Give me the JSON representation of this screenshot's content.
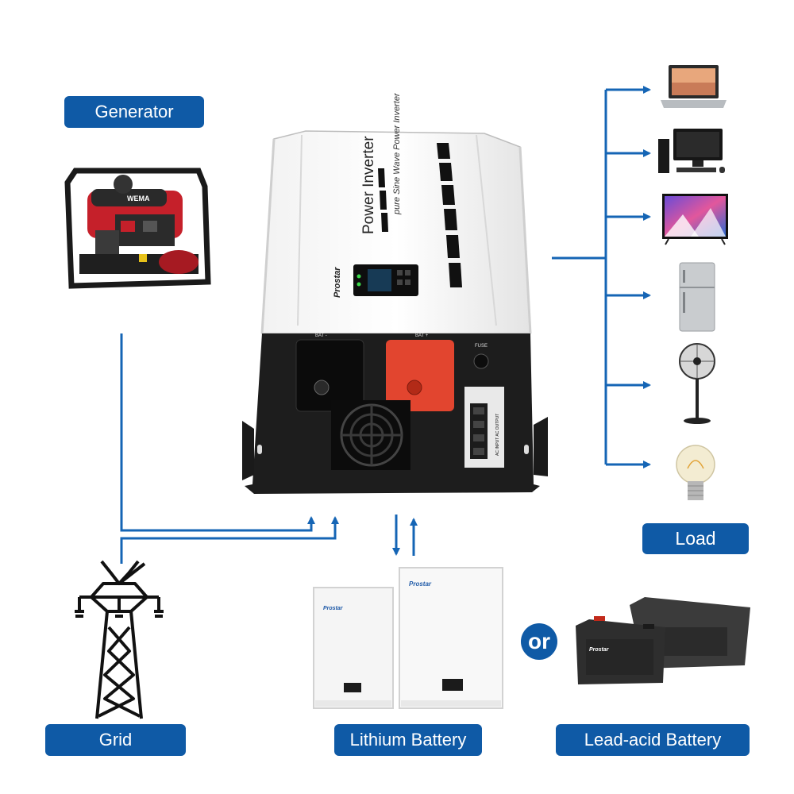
{
  "labels": {
    "generator": "Generator",
    "load": "Load",
    "grid": "Grid",
    "lithium_battery": "Lithium Battery",
    "lead_acid_battery": "Lead-acid Battery",
    "or": "or"
  },
  "inverter": {
    "title": "Power Inverter",
    "subtitle": "pure Sine Wave Power Inverter",
    "brand": "Prostar",
    "bat_neg": "BAT -",
    "bat_pos": "BAT +",
    "fuse": "FUSE",
    "terminal_text": "AC INPUT  AC OUTPUT"
  },
  "generator_brand": "WEMA",
  "battery_brand": "Prostar",
  "colors": {
    "accent": "#0f5aa6",
    "arrow": "#1565b5",
    "battery_red": "#e2452f"
  },
  "icons": [
    "laptop-icon",
    "desktop-computer-icon",
    "tv-icon",
    "refrigerator-icon",
    "fan-icon",
    "light-bulb-icon",
    "power-tower-icon"
  ]
}
